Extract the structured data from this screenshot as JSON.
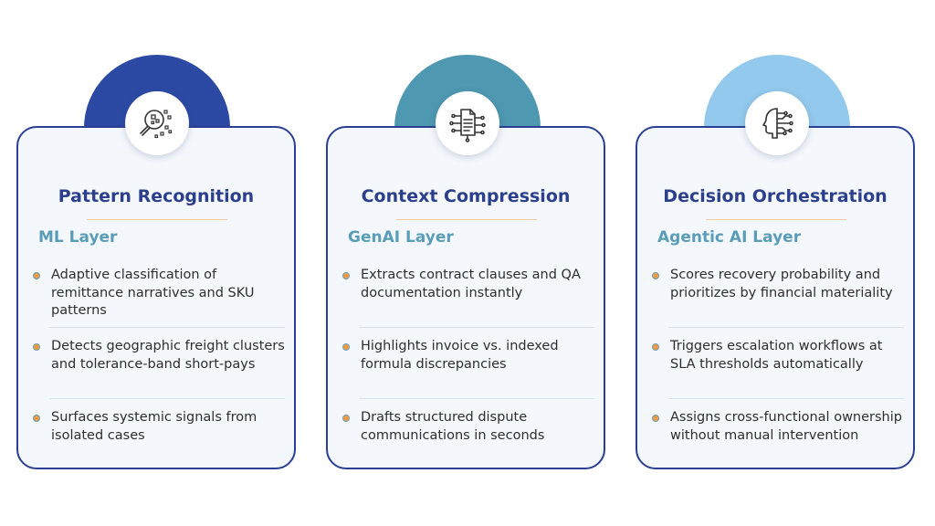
{
  "colors": {
    "card_border": "#2a3f93",
    "title": "#2b3f8c",
    "subtitle": "#5a9db8",
    "bullet": "#ef9a3f",
    "arc_1": "#2c49a4",
    "arc_2": "#4e98b1",
    "arc_3": "#93c9ec"
  },
  "cards": [
    {
      "icon": "magnifier-pattern-icon",
      "title": "Pattern Recognition",
      "subtitle": "ML Layer",
      "bullets": [
        "Adaptive classification of remittance narratives and SKU patterns",
        "Detects geographic freight clusters and tolerance-band short-pays",
        "Surfaces systemic signals from isolated cases"
      ]
    },
    {
      "icon": "document-network-icon",
      "title": "Context Compression",
      "subtitle": "GenAI Layer",
      "bullets": [
        "Extracts contract clauses and QA documentation instantly",
        "Highlights invoice vs. indexed formula discrepancies",
        "Drafts structured dispute communications in seconds"
      ]
    },
    {
      "icon": "ai-head-circuit-icon",
      "title": "Decision Orchestration",
      "subtitle": "Agentic AI Layer",
      "bullets": [
        "Scores recovery probability and prioritizes by financial materiality",
        "Triggers escalation workflows at SLA thresholds automatically",
        "Assigns cross-functional ownership without manual intervention"
      ]
    }
  ]
}
